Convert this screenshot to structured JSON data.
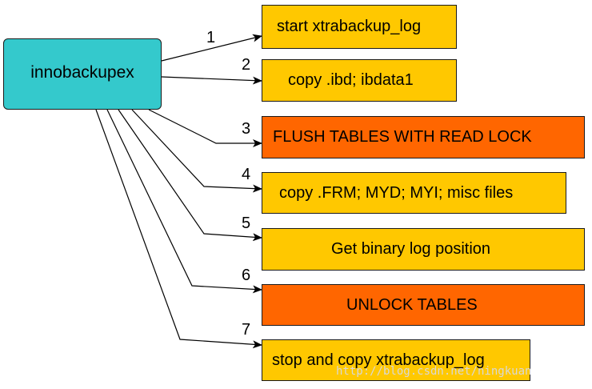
{
  "source": {
    "label": "innobackupex"
  },
  "steps": [
    {
      "num": "1",
      "label": "start xtrabackup_log"
    },
    {
      "num": "2",
      "label": "copy .ibd; ibdata1"
    },
    {
      "num": "3",
      "label": "FLUSH TABLES WITH READ LOCK"
    },
    {
      "num": "4",
      "label": "copy .FRM; MYD; MYI; misc files"
    },
    {
      "num": "5",
      "label": "Get binary log position"
    },
    {
      "num": "6",
      "label": "UNLOCK TABLES"
    },
    {
      "num": "7",
      "label": "stop and copy xtrabackup_log"
    }
  ],
  "watermark": "http://blog.csdn.net/ningkuan",
  "colors": {
    "source_fill": "#34c9cc",
    "step_fill": "#ffc800",
    "locking_step_fill": "#ff6600"
  }
}
